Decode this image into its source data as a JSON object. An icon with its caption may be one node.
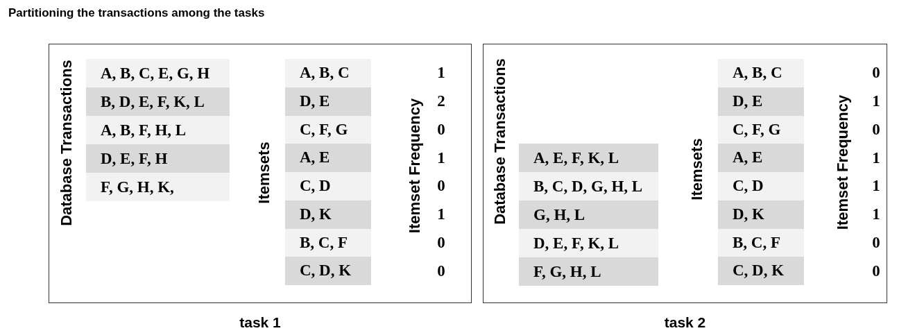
{
  "diagram": {
    "title": "Partitioning the transactions among the tasks",
    "nodes": [
      {
        "text": [],
        "shape": "box",
        "beside": [
          "task 1"
        ]
      },
      {
        "text": [
          "A, B, C, E, G, H"
        ],
        "in": 0
      },
      {
        "text": [
          "B, D, E, F, K, L"
        ],
        "in": 0
      },
      {
        "text": [
          "A, B, F, H, L"
        ],
        "in": 0
      },
      {
        "text": [
          "D, E, F, H"
        ],
        "in": 0
      },
      {
        "text": [
          "F, G, H, K,"
        ],
        "in": 0
      },
      {
        "text": [
          "A, B, C"
        ],
        "in": 0
      },
      {
        "text": [
          "D, E"
        ],
        "in": 0
      },
      {
        "text": [
          "C, F, G"
        ],
        "in": 0
      },
      {
        "text": [
          "A, E"
        ],
        "in": 0
      },
      {
        "text": [
          "C, D"
        ],
        "in": 0
      },
      {
        "text": [
          "D, K"
        ],
        "in": 0
      },
      {
        "text": [
          "B, C, F"
        ],
        "in": 0
      },
      {
        "text": [
          "C, D, K"
        ],
        "in": 0
      },
      {
        "text": [],
        "shape": "box",
        "beside": [
          "task 2"
        ]
      },
      {
        "text": [
          "A, E, F, K, L"
        ],
        "in": 14
      },
      {
        "text": [
          "B, C, D, G, H, L"
        ],
        "in": 14
      },
      {
        "text": [
          "G, H, L"
        ],
        "in": 14
      },
      {
        "text": [
          "D, E, F, K, L"
        ],
        "in": 14
      },
      {
        "text": [
          "F, G, H, L"
        ],
        "in": 14
      },
      {
        "text": [
          "A, B, C"
        ],
        "in": 14
      },
      {
        "text": [
          "D, E"
        ],
        "in": 14
      },
      {
        "text": [
          "C, F, G"
        ],
        "in": 14
      },
      {
        "text": [
          "A, E"
        ],
        "in": 14
      },
      {
        "text": [
          "C, D"
        ],
        "in": 14
      },
      {
        "text": [
          "D, K"
        ],
        "in": 14
      },
      {
        "text": [
          "B, C, F"
        ],
        "in": 14
      },
      {
        "text": [
          "C, D, K"
        ],
        "in": 14
      }
    ],
    "labels": [
      "Database Transactions",
      "Itemsets",
      "Itemset Frequency",
      "1",
      "2",
      "0",
      "1",
      "0",
      "1",
      "0",
      "0",
      "Database Transactions",
      "Itemsets",
      "Itemset Frequency",
      "0",
      "1",
      "0",
      "1",
      "1",
      "1",
      "0",
      "0"
    ]
  }
}
